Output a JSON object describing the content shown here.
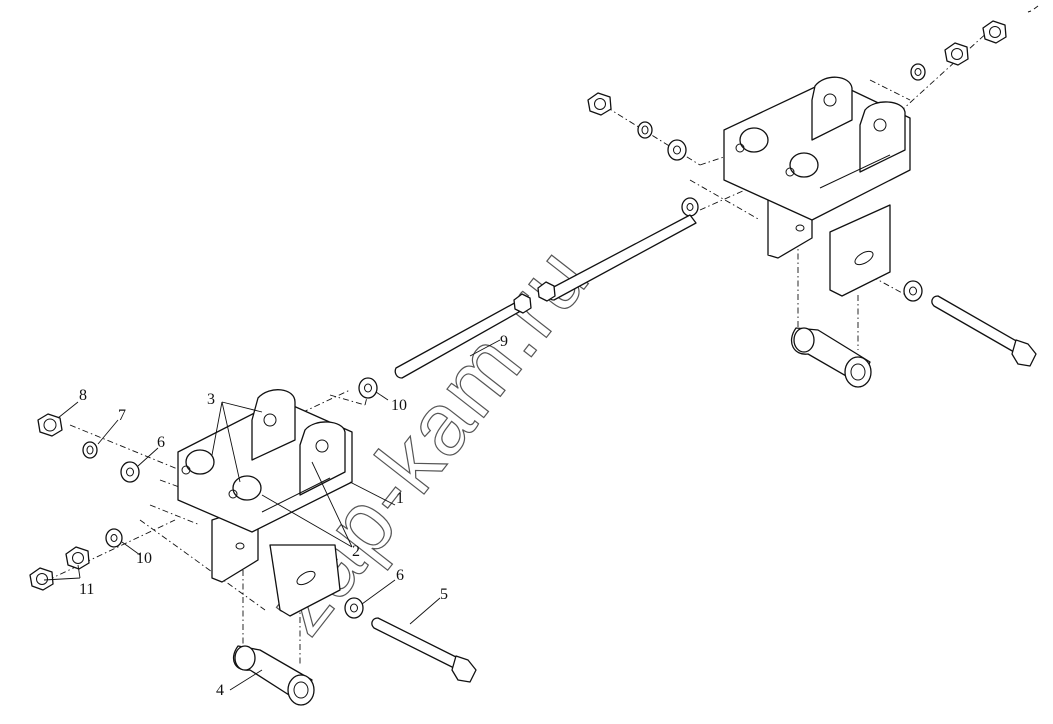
{
  "diagram": {
    "callouts": [
      {
        "id": "c1",
        "label": "1"
      },
      {
        "id": "c2",
        "label": "2"
      },
      {
        "id": "c3",
        "label": "3"
      },
      {
        "id": "c4",
        "label": "4"
      },
      {
        "id": "c5",
        "label": "5"
      },
      {
        "id": "c6a",
        "label": "6"
      },
      {
        "id": "c6b",
        "label": "6"
      },
      {
        "id": "c7",
        "label": "7"
      },
      {
        "id": "c8",
        "label": "8"
      },
      {
        "id": "c9",
        "label": "9"
      },
      {
        "id": "c10a",
        "label": "10"
      },
      {
        "id": "c10b",
        "label": "10"
      },
      {
        "id": "c11",
        "label": "11"
      }
    ],
    "watermark": "zap-kam.ru"
  }
}
